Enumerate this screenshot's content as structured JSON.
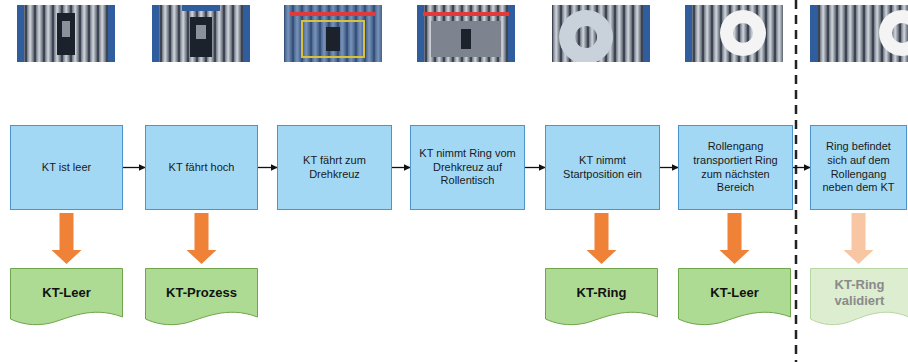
{
  "diagram": {
    "nodes": [
      {
        "text": [
          "KT ist leer"
        ]
      },
      {
        "text": [
          "KT fährt hoch"
        ]
      },
      {
        "text": [
          "KT fährt zum Drehkreuz"
        ]
      },
      {
        "text": [
          "KT nimmt Ring vom Drehkreuz auf Rollentisch"
        ]
      },
      {
        "text": [
          "KT nimmt Startposition ein"
        ]
      },
      {
        "text": [
          "Rollengang transportiert Ring zum nächsten Bereich"
        ]
      },
      {
        "text": [
          "Ring befindet sich auf dem Rollengang neben dem KT"
        ]
      },
      {
        "text": [
          "KT-Leer"
        ]
      },
      {
        "text": [
          "KT-Prozess"
        ]
      },
      {
        "text": [
          "KT-Ring"
        ]
      },
      {
        "text": [
          "KT-Leer"
        ]
      },
      {
        "text": [
          "KT-Ring validiert"
        ]
      }
    ],
    "edges": [
      {
        "from": 0,
        "to": 1,
        "arrow": "to"
      },
      {
        "from": 1,
        "to": 2,
        "arrow": "to"
      },
      {
        "from": 2,
        "to": 3,
        "arrow": "to"
      },
      {
        "from": 3,
        "to": 4,
        "arrow": "to"
      },
      {
        "from": 4,
        "to": 5,
        "arrow": "to"
      },
      {
        "from": 5,
        "to": 6,
        "arrow": "to"
      },
      {
        "from": 0,
        "to": 7,
        "arrow": "to"
      },
      {
        "from": 1,
        "to": 8,
        "arrow": "to"
      },
      {
        "from": 4,
        "to": 9,
        "arrow": "to"
      },
      {
        "from": 5,
        "to": 10,
        "arrow": "to"
      },
      {
        "from": 6,
        "to": 11,
        "arrow": "to"
      }
    ]
  }
}
